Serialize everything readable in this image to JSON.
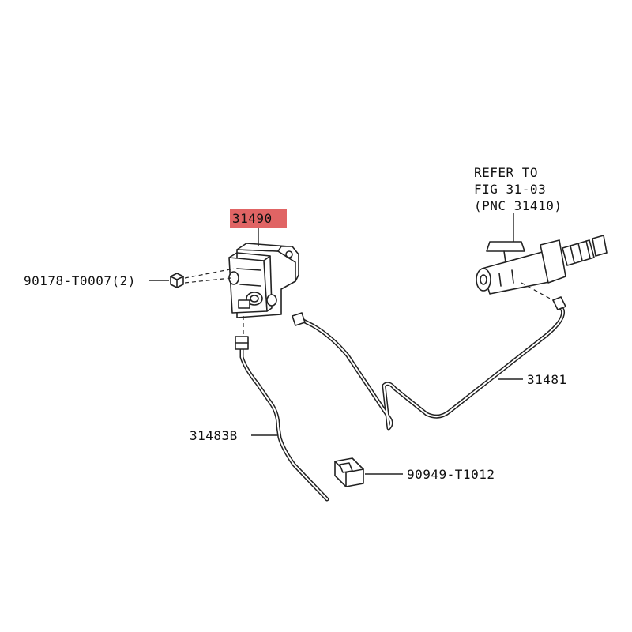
{
  "callouts": {
    "main_part": "31490",
    "nut": "90178-T0007(2)",
    "refer_line1": "REFER TO",
    "refer_line2": "FIG 31-03",
    "refer_line3": "(PNC 31410)",
    "tube_right": "31481",
    "tube_left": "31483B",
    "clip": "90949-T1012"
  },
  "colors": {
    "highlight": "#e06464",
    "line": "#222222",
    "background": "#ffffff"
  }
}
